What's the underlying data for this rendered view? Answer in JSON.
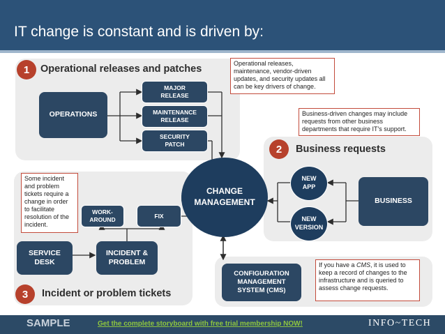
{
  "header": {
    "title": "IT change is constant and is driven by:"
  },
  "sections": {
    "s1": {
      "number": "1",
      "title": "Operational releases and patches"
    },
    "s2": {
      "number": "2",
      "title": "Business requests"
    },
    "s3": {
      "number": "3",
      "title": "Incident or problem tickets"
    }
  },
  "nodes": {
    "operations": "OPERATIONS",
    "major_release": "MAJOR\nRELEASE",
    "maintenance_release": "MAINTENANCE\nRELEASE",
    "security_patch": "SECURITY\nPATCH",
    "change_management": "CHANGE\nMANAGEMENT",
    "new_app": "NEW\nAPP",
    "new_version": "NEW\nVERSION",
    "business": "BUSINESS",
    "work_around": "WORK-\nAROUND",
    "fix": "FIX",
    "service_desk": "SERVICE\nDESK",
    "incident_problem": "INCIDENT &\nPROBLEM",
    "cms": "CONFIGURATION\nMANAGEMENT\nSYSTEM (CMS)"
  },
  "notes": {
    "operational": "Operational releases, maintenance, vendor-driven updates, and security updates all can be key drivers of change.",
    "business": "Business-driven changes may include requests from other business departments that require IT's support.",
    "incident": "Some incident and problem tickets require a change in order to facilitate resolution of the incident.",
    "cms_prefix": "If you have a ",
    "cms_em": "CMS",
    "cms_suffix": ", it is used to keep a record of changes to the infrastructure and is queried to assess change requests."
  },
  "footer": {
    "sample": "SAMPLE",
    "promo": "Get the complete storyboard with free trial membership NOW!",
    "logo": "INFO~TECH"
  },
  "colors": {
    "header": "#2c5278",
    "badge": "#b7412c",
    "box": "#2c4763",
    "panel": "#ececec",
    "promo": "#8ec63f"
  }
}
